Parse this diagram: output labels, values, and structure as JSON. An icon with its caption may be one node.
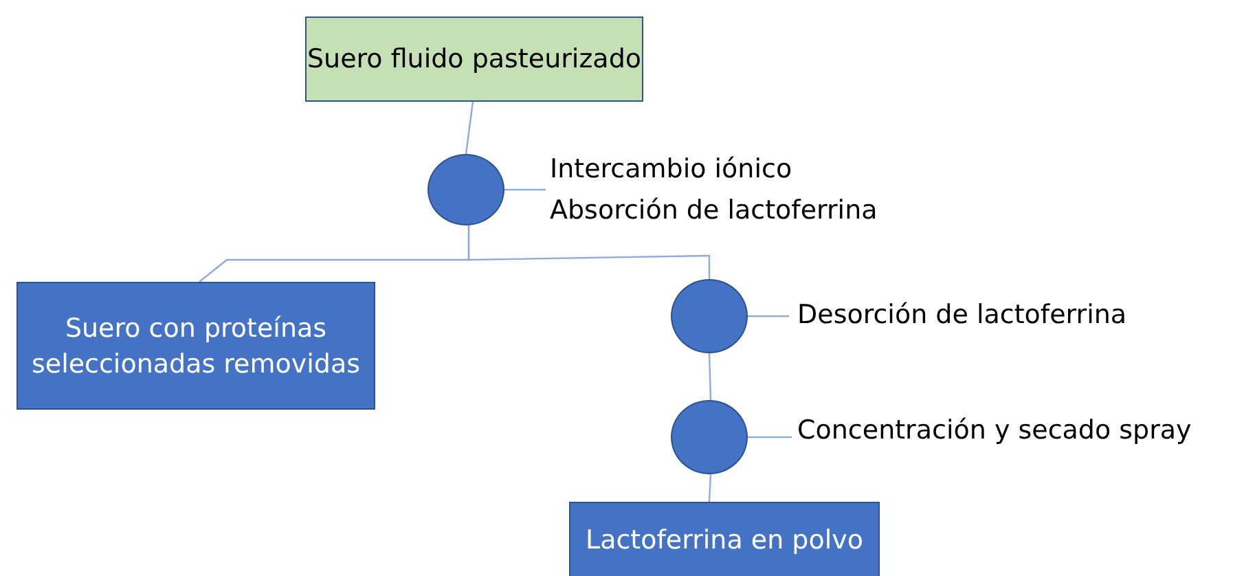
{
  "diagram": {
    "nodes": [
      {
        "text": [
          "Suero fluido pasteurizado"
        ]
      },
      {
        "text": [],
        "shape": "circle"
      },
      {
        "text": [
          "Intercambio iónico",
          "Absorción de lactoferrina"
        ]
      },
      {
        "text": [
          "Suero con proteínas seleccionadas removidas"
        ]
      },
      {
        "text": [],
        "shape": "circle"
      },
      {
        "text": [
          "Desorción de lactoferrina"
        ]
      },
      {
        "text": [],
        "shape": "circle"
      },
      {
        "text": [
          "Concentración y secado spray"
        ]
      },
      {
        "text": [
          "Lactoferrina en polvo"
        ]
      }
    ],
    "edges": [
      {
        "from": 0,
        "to": 1,
        "arrow": "none"
      },
      {
        "from": 1,
        "to": 2,
        "arrow": "none"
      },
      {
        "from": 1,
        "to": 3,
        "arrow": "none"
      },
      {
        "from": 1,
        "to": 4,
        "arrow": "none"
      },
      {
        "from": 4,
        "to": 5,
        "arrow": "none"
      },
      {
        "from": 4,
        "to": 6,
        "arrow": "none"
      },
      {
        "from": 6,
        "to": 7,
        "arrow": "none"
      },
      {
        "from": 6,
        "to": 8,
        "arrow": "none"
      }
    ]
  }
}
